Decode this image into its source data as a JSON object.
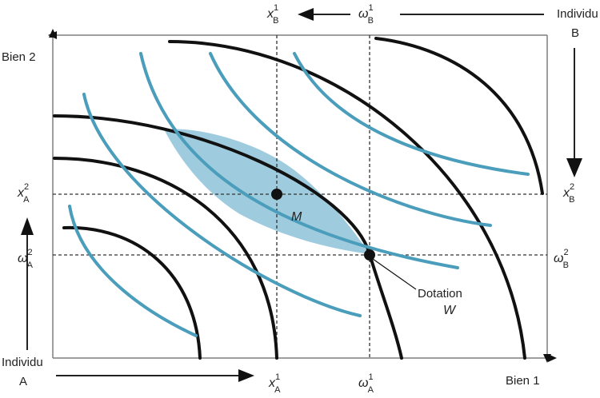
{
  "labels": {
    "good2": "Bien 2",
    "good1": "Bien 1",
    "indiv_a_line1": "Individu",
    "indiv_a_line2": "A",
    "indiv_b_line1": "Individu",
    "indiv_b_line2": "B",
    "point_m": "M",
    "endowment_line1": "Dotation",
    "endowment_line2": "W"
  },
  "symbols": {
    "x": "x",
    "omega": "ω",
    "sub_a": "A",
    "sub_b": "B",
    "sup_1": "1",
    "sup_2": "2"
  },
  "colors": {
    "shaded_region": "#9ecbdd",
    "blue_curves": "#4a9dbb",
    "black_curves": "#111111",
    "axes": "#7f7f7f"
  }
}
